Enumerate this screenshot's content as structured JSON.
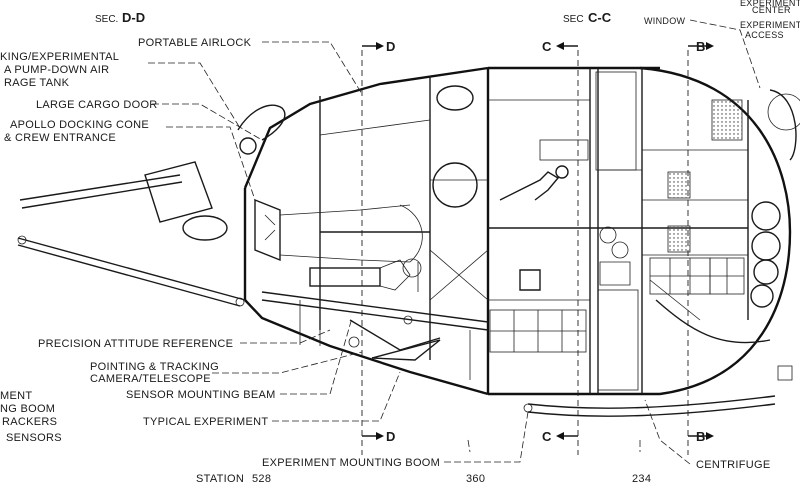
{
  "section_titles": {
    "dd_prefix": "SEC.",
    "dd_letter": "D-D",
    "cc_prefix": "SEC",
    "cc_letter": "C-C"
  },
  "cut_markers": {
    "d": "D",
    "c": "C",
    "b": "B"
  },
  "labels": {
    "window": "WINDOW",
    "experiment_top": "EXPERIMENT",
    "center": "CENTER",
    "exp_access_1": "EXPERIMENT",
    "exp_access_2": "ACCESS",
    "tracking_1": "KING/EXPERIMENTAL",
    "tracking_2": "A PUMP-DOWN AIR",
    "tracking_3": "RAGE TANK",
    "portable_airlock": "PORTABLE AIRLOCK",
    "large_cargo_door": "LARGE CARGO DOOR",
    "apollo_1": "APOLLO DOCKING CONE",
    "apollo_2": "& CREW ENTRANCE",
    "precision": "PRECISION ATTITUDE REFERENCE",
    "pointing_1": "POINTING & TRACKING",
    "pointing_2": "CAMERA/TELESCOPE",
    "sensor_beam": "SENSOR MOUNTING BEAM",
    "typical_exp": "TYPICAL EXPERIMENT",
    "exp_boom": "EXPERIMENT MOUNTING BOOM",
    "centrifuge": "CENTRIFUGE",
    "left_1": "MENT",
    "left_2": "NG BOOM",
    "left_3": "RACKERS",
    "left_4": "SENSORS"
  },
  "stations": {
    "label": "STATION",
    "s528": "528",
    "s360": "360",
    "s234": "234"
  }
}
